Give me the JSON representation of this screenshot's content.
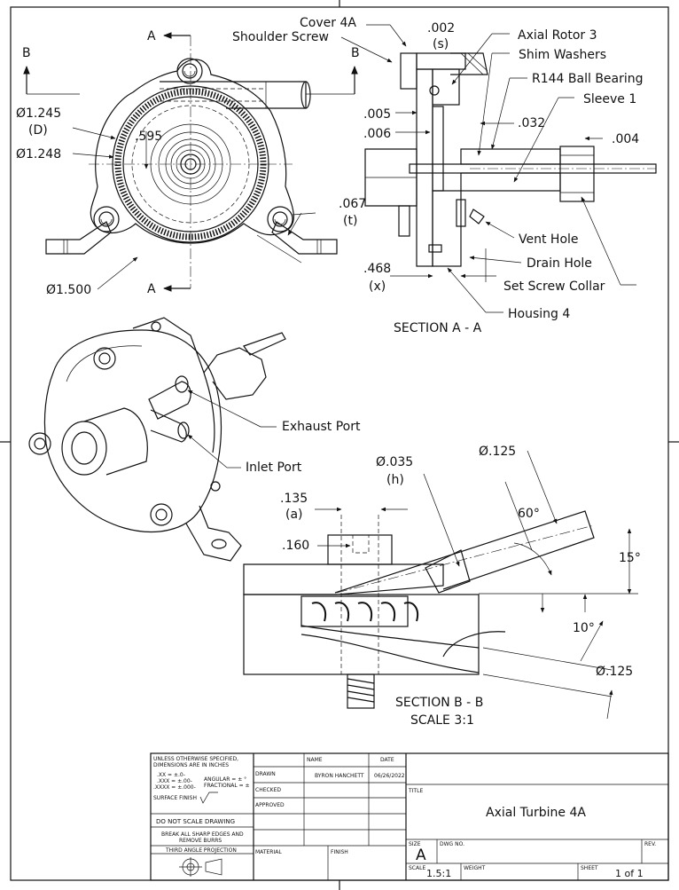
{
  "callouts": {
    "cover": "Cover 4A",
    "shoulder_screw": "Shoulder Screw",
    "axial_rotor": "Axial Rotor 3",
    "shim_washers": "Shim Washers",
    "ball_bearing": "R144 Ball Bearing",
    "sleeve": "Sleeve 1",
    "vent_hole": "Vent Hole",
    "drain_hole": "Drain Hole",
    "set_screw_collar": "Set Screw Collar",
    "housing": "Housing 4",
    "exhaust_port": "Exhaust Port",
    "inlet_port": "Inlet Port"
  },
  "dimensions": {
    "d_002": ".002",
    "s_label": "(s)",
    "d_005": ".005",
    "d_006": ".006",
    "d_032": ".032",
    "d_004": ".004",
    "d_468": ".468",
    "x_label": "(x)",
    "dia_1245": "Ø1.245",
    "D_label": "(D)",
    "dia_1248": "Ø1.248",
    "d_595": ".595",
    "d_067": ".067",
    "t_label": "(t)",
    "dia_1500": "Ø1.500",
    "dia_035": "Ø.035",
    "h_label": "(h)",
    "dia_125_top": "Ø.125",
    "d_135": ".135",
    "a_label": "(a)",
    "d_160": ".160",
    "ang_60": "60°",
    "ang_15": "15°",
    "ang_10": "10°",
    "dia_125_bot": "Ø.125"
  },
  "section_markers": {
    "a_top": "A",
    "a_bottom": "A",
    "b_left": "B",
    "b_right": "B"
  },
  "section_labels": {
    "section_aa": "SECTION A - A",
    "section_bb": "SECTION B - B",
    "scale_bb": "SCALE 3:1"
  },
  "title_block": {
    "tolerance_line1": "UNLESS OTHERWISE SPECIFIED,",
    "tolerance_line2": "DIMENSIONS ARE IN INCHES",
    "tol_x": ".XX = ±.0-",
    "tol_xx": ".XXX = ±.00-",
    "tol_xxx": ".XXXX = ±.000-",
    "angular": "ANGULAR = ± °",
    "fractional": "FRACTIONAL = ±",
    "surface_finish": "SURFACE FINISH",
    "do_not_scale": "DO NOT SCALE DRAWING",
    "break_edges_1": "BREAK ALL SHARP EDGES AND",
    "break_edges_2": "REMOVE BURRS",
    "third_angle": "THIRD ANGLE PROJECTION",
    "name_header": "NAME",
    "date_header": "DATE",
    "drawn": "DRAWN",
    "drawn_name": "BYRON HANCHETT",
    "drawn_date": "06/26/2022",
    "checked": "CHECKED",
    "approved": "APPROVED",
    "material": "MATERIAL",
    "finish": "FINISH",
    "title_label": "TITLE",
    "title": "Axial Turbine 4A",
    "size_label": "SIZE",
    "size": "A",
    "dwg_no_label": "DWG NO.",
    "rev_label": "REV.",
    "scale_label": "SCALE",
    "scale": "1.5:1",
    "weight_label": "WEIGHT",
    "sheet_label": "SHEET",
    "sheet": "1 of 1"
  }
}
